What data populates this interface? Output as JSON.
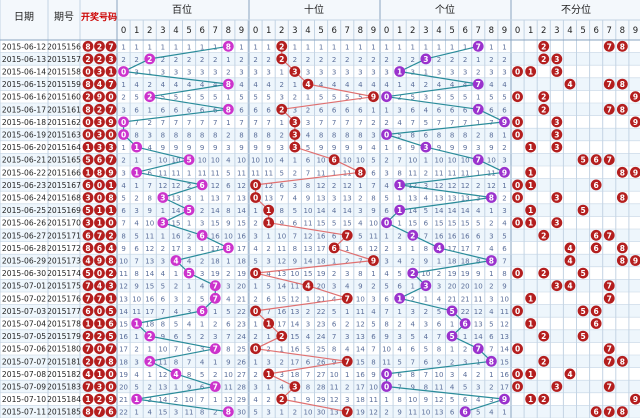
{
  "chart_data": {
    "type": "table",
    "headers": {
      "date": "日期",
      "issue": "期号",
      "draw": "开奖号码",
      "groups": [
        "百位",
        "十位",
        "个位",
        "不分位"
      ]
    },
    "digits": [
      "0",
      "1",
      "2",
      "3",
      "4",
      "5",
      "6",
      "7",
      "8",
      "9"
    ],
    "rows": [
      {
        "date": "2015-06-12",
        "issue": "2015156",
        "draw": [
          8,
          2,
          7
        ]
      },
      {
        "date": "2015-06-13",
        "issue": "2015157",
        "draw": [
          2,
          2,
          3
        ]
      },
      {
        "date": "2015-06-14",
        "issue": "2015158",
        "draw": [
          0,
          3,
          1
        ]
      },
      {
        "date": "2015-06-15",
        "issue": "2015159",
        "draw": [
          8,
          4,
          7
        ]
      },
      {
        "date": "2015-06-16",
        "issue": "2015160",
        "draw": [
          2,
          9,
          0
        ]
      },
      {
        "date": "2015-06-17",
        "issue": "2015161",
        "draw": [
          8,
          2,
          7
        ]
      },
      {
        "date": "2015-06-18",
        "issue": "2015162",
        "draw": [
          0,
          3,
          9
        ]
      },
      {
        "date": "2015-06-19",
        "issue": "2015163",
        "draw": [
          0,
          3,
          0
        ]
      },
      {
        "date": "2015-06-20",
        "issue": "2015164",
        "draw": [
          1,
          3,
          3
        ]
      },
      {
        "date": "2015-06-21",
        "issue": "2015165",
        "draw": [
          5,
          6,
          7
        ]
      },
      {
        "date": "2015-06-22",
        "issue": "2015166",
        "draw": [
          1,
          8,
          9
        ]
      },
      {
        "date": "2015-06-23",
        "issue": "2015167",
        "draw": [
          6,
          0,
          1
        ]
      },
      {
        "date": "2015-06-24",
        "issue": "2015168",
        "draw": [
          3,
          0,
          8
        ]
      },
      {
        "date": "2015-06-25",
        "issue": "2015169",
        "draw": [
          5,
          1,
          1
        ]
      },
      {
        "date": "2015-06-26",
        "issue": "2015170",
        "draw": [
          3,
          1,
          0
        ]
      },
      {
        "date": "2015-06-27",
        "issue": "2015171",
        "draw": [
          6,
          7,
          2
        ]
      },
      {
        "date": "2015-06-28",
        "issue": "2015172",
        "draw": [
          8,
          6,
          4
        ]
      },
      {
        "date": "2015-06-29",
        "issue": "2015173",
        "draw": [
          4,
          9,
          8
        ]
      },
      {
        "date": "2015-06-30",
        "issue": "2015174",
        "draw": [
          5,
          0,
          2
        ]
      },
      {
        "date": "2015-07-01",
        "issue": "2015175",
        "draw": [
          7,
          4,
          3
        ]
      },
      {
        "date": "2015-07-02",
        "issue": "2015176",
        "draw": [
          7,
          7,
          1
        ]
      },
      {
        "date": "2015-07-03",
        "issue": "2015177",
        "draw": [
          6,
          0,
          5
        ]
      },
      {
        "date": "2015-07-04",
        "issue": "2015178",
        "draw": [
          1,
          1,
          6
        ]
      },
      {
        "date": "2015-07-05",
        "issue": "2015179",
        "draw": [
          2,
          2,
          5
        ]
      },
      {
        "date": "2015-07-06",
        "issue": "2015180",
        "draw": [
          7,
          0,
          7
        ]
      },
      {
        "date": "2015-07-07",
        "issue": "2015181",
        "draw": [
          2,
          7,
          8
        ]
      },
      {
        "date": "2015-07-08",
        "issue": "2015182",
        "draw": [
          4,
          1,
          0
        ]
      },
      {
        "date": "2015-07-09",
        "issue": "2015183",
        "draw": [
          7,
          3,
          0
        ]
      },
      {
        "date": "2015-07-10",
        "issue": "2015184",
        "draw": [
          1,
          2,
          9
        ]
      },
      {
        "date": "2015-07-11",
        "issue": "2015185",
        "draw": [
          8,
          7,
          6
        ]
      }
    ],
    "colors": {
      "hundreds_ball": "#cc33cc",
      "tens_ball": "#b41e1e",
      "units_ball": "#9a32cd",
      "draw_ball": "#b41e1e",
      "hundreds_line": "#2a8c9a",
      "tens_line": "#e07070",
      "units_line": "#2a8c9a",
      "omission_text": "#5a6e9a",
      "row_bg_alt": "#eef6fc",
      "grid": "#c4d4e4",
      "header_text": "#222222",
      "draw_header_text": "#cc0000"
    }
  }
}
